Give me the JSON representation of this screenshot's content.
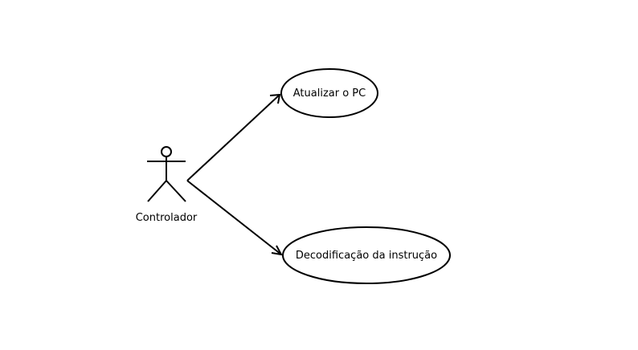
{
  "actor": {
    "name": "Controlador"
  },
  "use_cases": [
    {
      "label": "Atualizar o PC"
    },
    {
      "label": "Decodificação da instrução"
    }
  ],
  "colors": {
    "line": "#000000",
    "background": "#ffffff"
  }
}
